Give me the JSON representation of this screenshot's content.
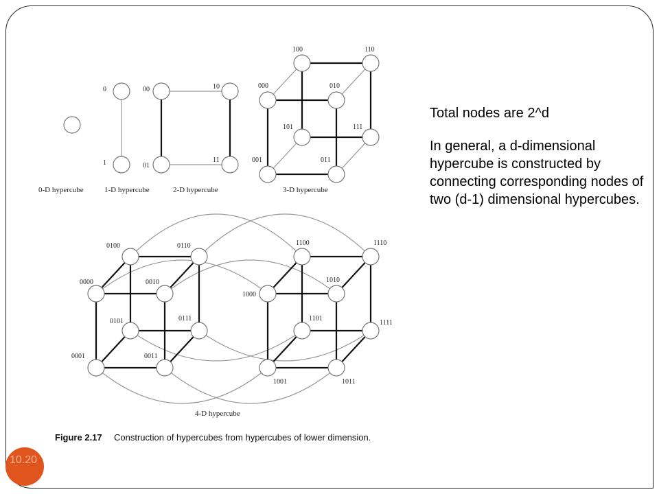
{
  "slide": {
    "text": {
      "line1": "Total nodes are 2^d",
      "line2": "In general, a d-dimensional hypercube is constructed by connecting corresponding nodes of two (d-1) dimensional hypercubes."
    },
    "slide_number": "10.20"
  },
  "figure": {
    "caption_label": "Figure 2.17",
    "caption_text": "Construction of hypercubes from hypercubes of lower dimension.",
    "titles": {
      "d0": "0-D hypercube",
      "d1": "1-D hypercube",
      "d2": "2-D hypercube",
      "d3": "3-D hypercube",
      "d4": "4-D hypercube"
    },
    "labels_1d": [
      "0",
      "1"
    ],
    "labels_2d": [
      "00",
      "10",
      "01",
      "11"
    ],
    "labels_3d": [
      "100",
      "110",
      "000",
      "010",
      "101",
      "111",
      "001",
      "011"
    ],
    "labels_4d": [
      "0100",
      "0110",
      "1100",
      "1110",
      "0000",
      "0010",
      "1010",
      "1000",
      "0101",
      "0111",
      "1101",
      "1111",
      "0001",
      "0011",
      "1001",
      "1011"
    ]
  },
  "colors": {
    "accent": "#e0541e",
    "edge": "#111111",
    "light_edge": "#999999"
  }
}
